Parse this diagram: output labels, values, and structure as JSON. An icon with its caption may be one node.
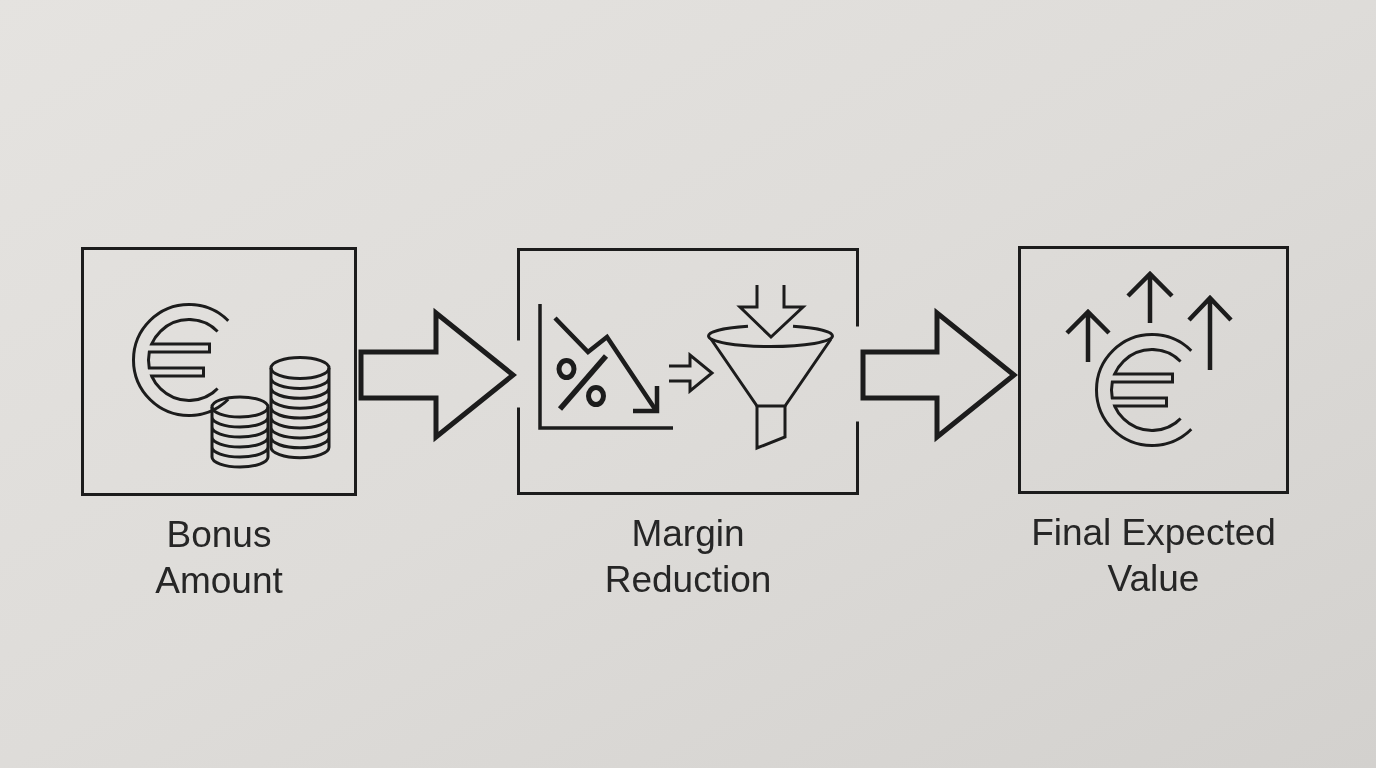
{
  "diagram": {
    "nodes": [
      {
        "text": [
          "Bonus Amount"
        ]
      },
      {
        "text": [
          "Margin Reduction"
        ]
      },
      {
        "text": [
          "Final Expected Value"
        ]
      }
    ],
    "edges": [
      {
        "from": 0,
        "to": 1,
        "arrow": "to"
      },
      {
        "from": 1,
        "to": 2,
        "arrow": "to"
      }
    ]
  }
}
